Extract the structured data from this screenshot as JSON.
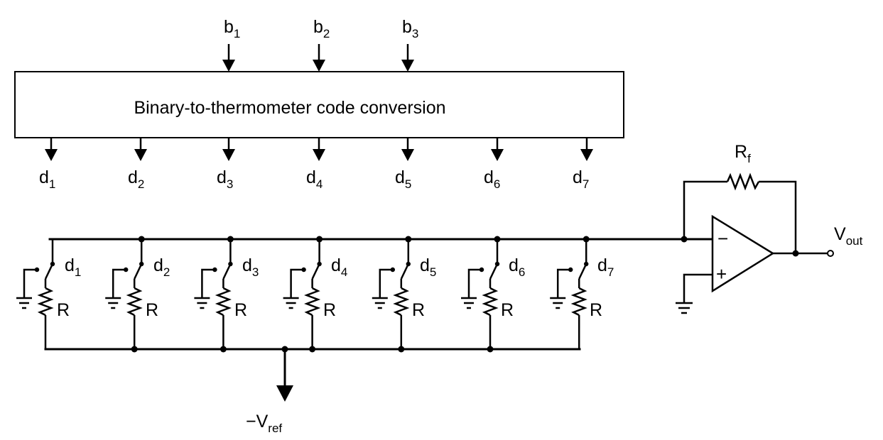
{
  "converter": {
    "label": "Binary-to-thermometer code conversion",
    "inputs": [
      {
        "base": "b",
        "sub": "1"
      },
      {
        "base": "b",
        "sub": "2"
      },
      {
        "base": "b",
        "sub": "3"
      }
    ],
    "outputs": [
      {
        "base": "d",
        "sub": "1"
      },
      {
        "base": "d",
        "sub": "2"
      },
      {
        "base": "d",
        "sub": "3"
      },
      {
        "base": "d",
        "sub": "4"
      },
      {
        "base": "d",
        "sub": "5"
      },
      {
        "base": "d",
        "sub": "6"
      },
      {
        "base": "d",
        "sub": "7"
      }
    ]
  },
  "branches": [
    {
      "switch": {
        "base": "d",
        "sub": "1"
      },
      "resistor": "R"
    },
    {
      "switch": {
        "base": "d",
        "sub": "2"
      },
      "resistor": "R"
    },
    {
      "switch": {
        "base": "d",
        "sub": "3"
      },
      "resistor": "R"
    },
    {
      "switch": {
        "base": "d",
        "sub": "4"
      },
      "resistor": "R"
    },
    {
      "switch": {
        "base": "d",
        "sub": "5"
      },
      "resistor": "R"
    },
    {
      "switch": {
        "base": "d",
        "sub": "6"
      },
      "resistor": "R"
    },
    {
      "switch": {
        "base": "d",
        "sub": "7"
      },
      "resistor": "R"
    }
  ],
  "feedback_resistor": {
    "base": "R",
    "sub": "f"
  },
  "opamp": {
    "minus": "−",
    "plus": "+"
  },
  "output": {
    "base": "V",
    "sub": "out"
  },
  "reference": {
    "base": "−V",
    "sub": "ref"
  }
}
